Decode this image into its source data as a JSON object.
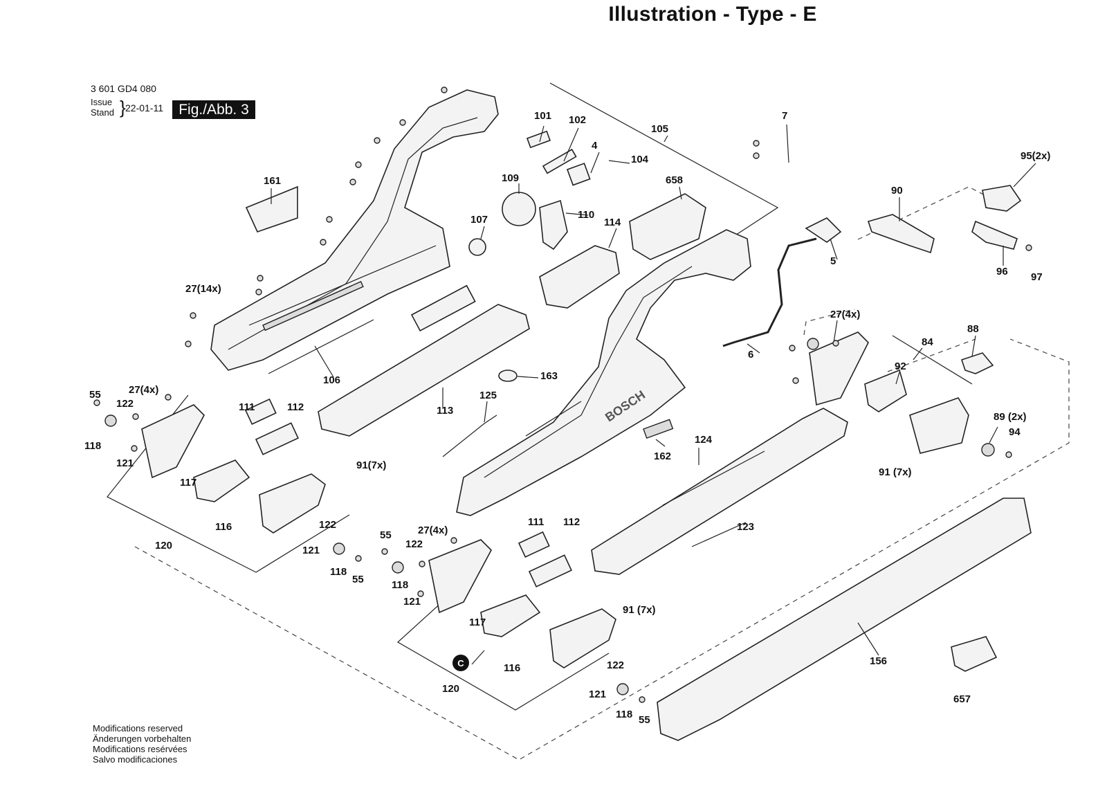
{
  "header": {
    "title": "Illustration - Type - E"
  },
  "document": {
    "number": "3 601 GD4 080",
    "issue_label_1": "Issue",
    "issue_label_2": "Stand",
    "issue_date": "22-01-11",
    "figure_label": "Fig./Abb. 3"
  },
  "notice": {
    "line1": "Modifications reserved",
    "line2": "Änderungen vorbehalten",
    "line3": "Modifications resérvées",
    "line4": "Salvo modificaciones"
  },
  "brand_mark": "BOSCH",
  "circle_marker": "C",
  "callouts": [
    "7",
    "101",
    "102",
    "105",
    "4",
    "104",
    "95(2x)",
    "161",
    "109",
    "658",
    "90",
    "110",
    "114",
    "107",
    "5",
    "96",
    "97",
    "27(14x)",
    "27(4x)",
    "88",
    "84",
    "6",
    "163",
    "92",
    "106",
    "55",
    "27(4x)",
    "125",
    "111",
    "112",
    "113",
    "122",
    "89 (2x)",
    "94",
    "118",
    "121",
    "91(7x)",
    "124",
    "162",
    "91 (7x)",
    "117",
    "116",
    "122",
    "120",
    "55",
    "27(4x)",
    "123",
    "111",
    "112",
    "121",
    "122",
    "118",
    "55",
    "118",
    "121",
    "91 (7x)",
    "117",
    "156",
    "116",
    "122",
    "120",
    "121",
    "657",
    "118",
    "55"
  ]
}
